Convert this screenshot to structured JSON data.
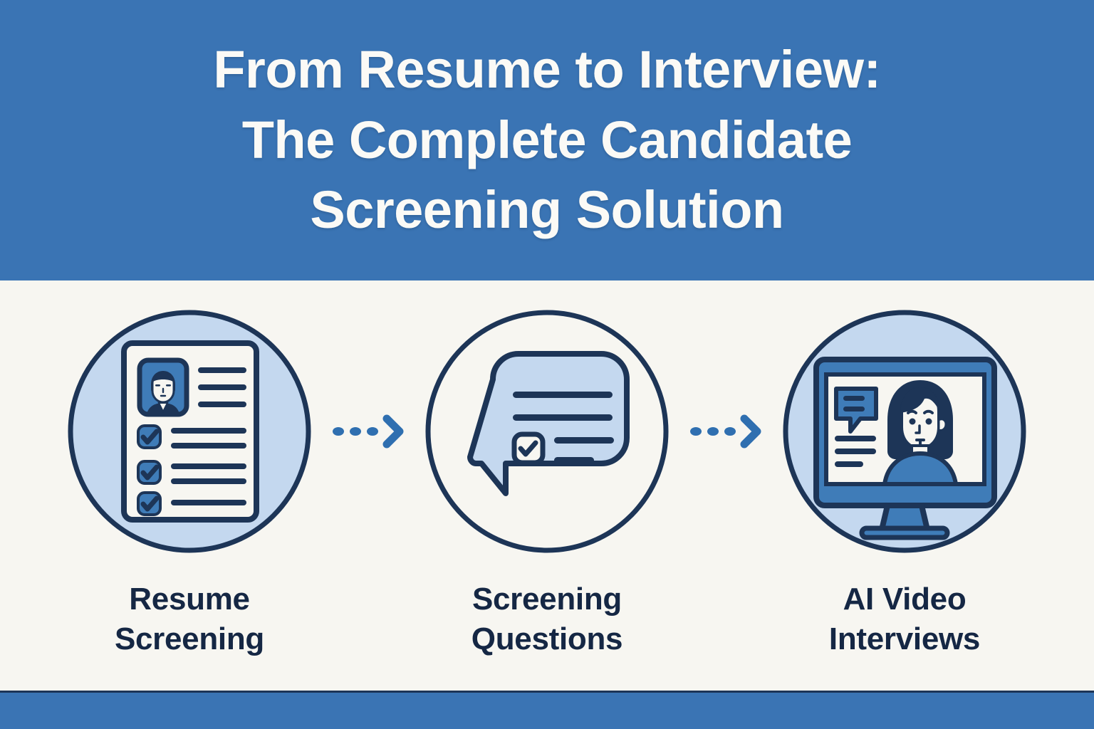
{
  "header": {
    "title": "From Resume to Interview:\nThe Complete Candidate\nScreening Solution",
    "background_color": "#3a74b4",
    "text_color": "#fbfaf6"
  },
  "colors": {
    "page_background": "#f7f6f1",
    "band_blue": "#3a74b4",
    "ink_navy": "#152744",
    "circle_fill_light_blue": "#c4d8ef",
    "mid_blue": "#3f7cb8",
    "icon_panel_white": "#f7f6f1"
  },
  "flow": {
    "steps": [
      {
        "id": "resume-screening",
        "label": "Resume\nScreening",
        "icon_name": "resume-document-checklist-icon",
        "circle_filled": true
      },
      {
        "id": "screening-questions",
        "label": "Screening\nQuestions",
        "icon_name": "speech-bubble-checklist-icon",
        "circle_filled": false
      },
      {
        "id": "ai-video-interviews",
        "label": "AI Video\nInterviews",
        "icon_name": "monitor-video-interview-icon",
        "circle_filled": true
      }
    ],
    "connectors": [
      {
        "id": "connector-1",
        "icon_name": "dotted-chevron-arrow-icon",
        "dots": 3
      },
      {
        "id": "connector-2",
        "icon_name": "dotted-chevron-arrow-icon",
        "dots": 3
      }
    ]
  },
  "footer": {
    "background_color": "#3a74b4"
  }
}
